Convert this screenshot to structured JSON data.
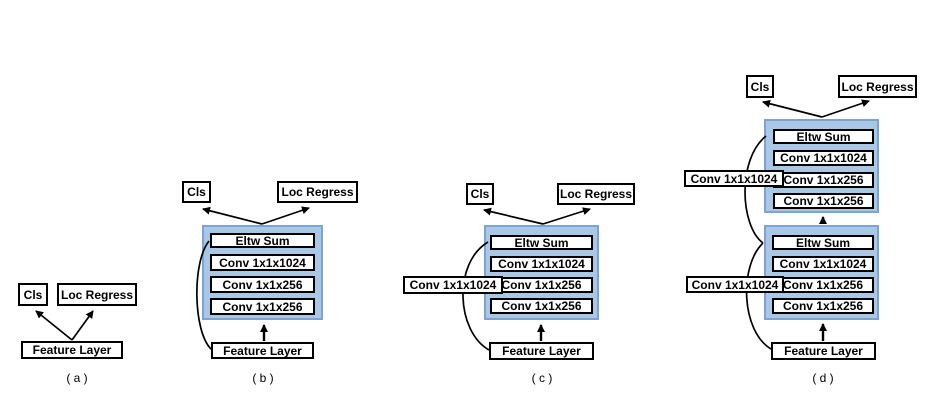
{
  "colors": {
    "module_fill": "#abc7e6",
    "module_border": "#7ba3d6",
    "box_fill": "#ffffff",
    "box_border": "#000000",
    "arrow": "#000000"
  },
  "labels": {
    "cls": "Cls",
    "loc_regress": "Loc Regress",
    "feature_layer": "Feature Layer",
    "eltw_sum": "Eltw Sum",
    "conv_1x1x1024": "Conv 1x1x1024",
    "conv_1x1x256": "Conv 1x1x256"
  },
  "captions": {
    "a": "( a )",
    "b": "( b )",
    "c": "( c )",
    "d": "( d )"
  }
}
